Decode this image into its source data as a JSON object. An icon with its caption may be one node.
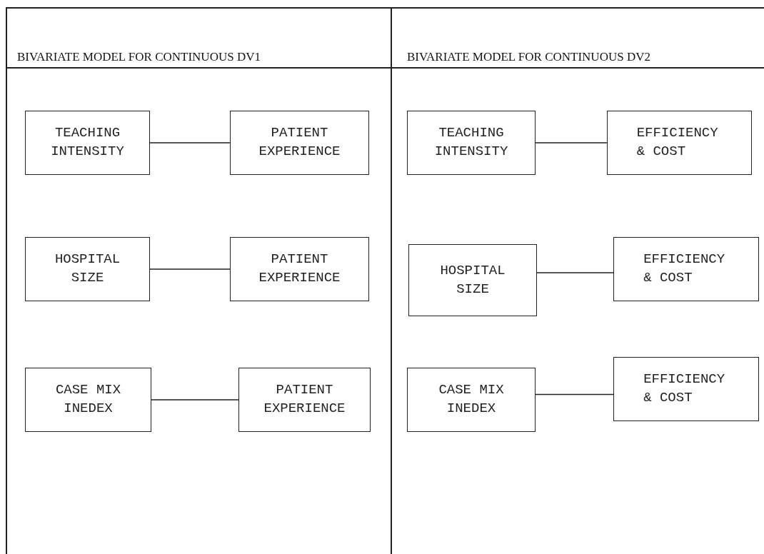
{
  "diagram": {
    "nodes": [
      {
        "text": [
          "TEACHING INTENSITY"
        ]
      },
      {
        "text": [
          "PATIENT EXPERIENCE"
        ]
      },
      {
        "text": [
          "HOSPITAL SIZE"
        ]
      },
      {
        "text": [
          "PATIENT EXPERIENCE"
        ]
      },
      {
        "text": [
          "CASE MIX INEDEX"
        ]
      },
      {
        "text": [
          "PATIENT EXPERIENCE"
        ]
      },
      {
        "text": [
          "TEACHING INTENSITY"
        ]
      },
      {
        "text": [
          "EFFICIENCY & COST"
        ]
      },
      {
        "text": [
          "HOSPITAL SIZE"
        ]
      },
      {
        "text": [
          "EFFICIENCY & COST"
        ]
      },
      {
        "text": [
          "CASE MIX INEDEX"
        ]
      },
      {
        "text": [
          "EFFICIENCY & COST"
        ]
      }
    ],
    "edges": [
      {
        "from": 0,
        "to": 1,
        "arrow": "none"
      },
      {
        "from": 2,
        "to": 3,
        "arrow": "none"
      },
      {
        "from": 4,
        "to": 5,
        "arrow": "none"
      },
      {
        "from": 6,
        "to": 7,
        "arrow": "none"
      },
      {
        "from": 8,
        "to": 9,
        "arrow": "none"
      },
      {
        "from": 10,
        "to": 11,
        "arrow": "none"
      }
    ],
    "labels": [
      "BIVARIATE MODEL FOR CONTINUOUS DV1",
      "BIVARIATE MODEL FOR CONTINUOUS DV2"
    ]
  }
}
